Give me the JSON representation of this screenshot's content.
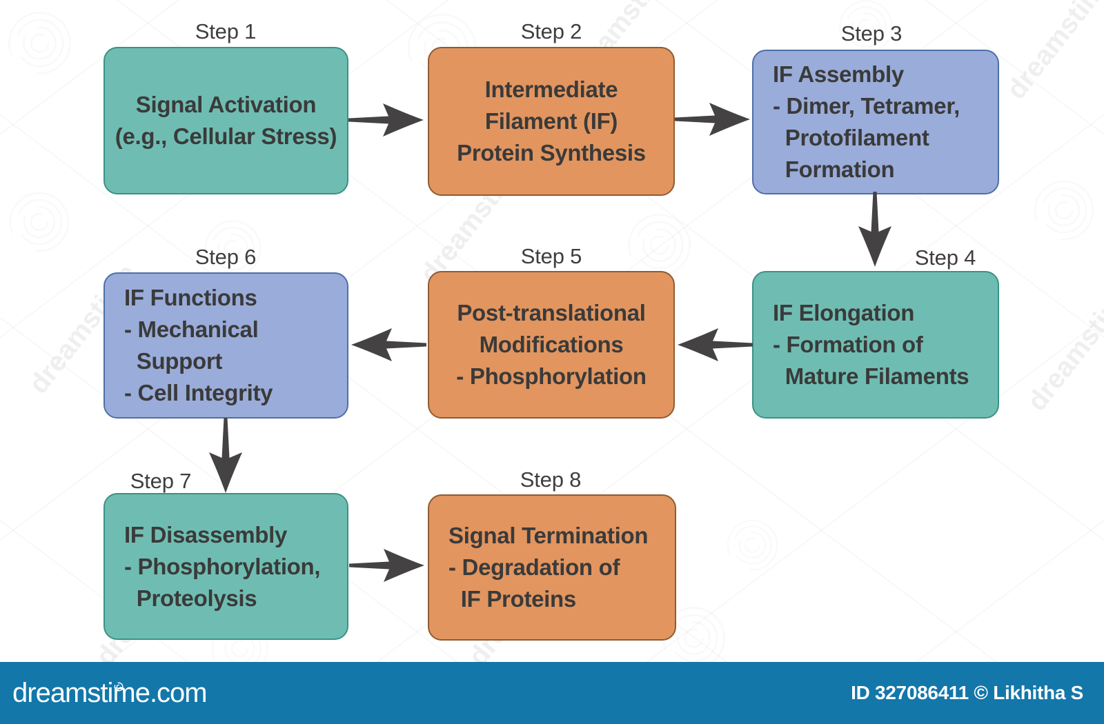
{
  "colors": {
    "teal": "#6FBDB2",
    "tealBorder": "#3A9186",
    "orange": "#E2955F",
    "orangeBorder": "#8E5B31",
    "blue": "#9AACD9",
    "blueBorder": "#4D6FA9",
    "arrow": "#454243",
    "text": "#3A3A3A",
    "footerBar": "#1377A9"
  },
  "steps": [
    {
      "label": "Step 1",
      "color": "teal",
      "align": "center",
      "lines": "Signal Activation\n(e.g., Cellular Stress)"
    },
    {
      "label": "Step 2",
      "color": "orange",
      "align": "center",
      "lines": "Intermediate\nFilament (IF)\nProtein Synthesis"
    },
    {
      "label": "Step 3",
      "color": "blue",
      "align": "left",
      "lines": "IF Assembly\n- Dimer, Tetramer,\n  Protofilament\n  Formation"
    },
    {
      "label": "Step 4",
      "color": "teal",
      "align": "left",
      "lines": "IF Elongation\n- Formation of\n  Mature Filaments"
    },
    {
      "label": "Step 5",
      "color": "orange",
      "align": "center",
      "lines": "Post-translational\nModifications\n- Phosphorylation"
    },
    {
      "label": "Step 6",
      "color": "blue",
      "align": "left",
      "lines": "IF Functions\n- Mechanical\n  Support\n- Cell Integrity"
    },
    {
      "label": "Step 7",
      "color": "teal",
      "align": "left",
      "lines": "IF Disassembly\n- Phosphorylation,\n  Proteolysis"
    },
    {
      "label": "Step 8",
      "color": "orange",
      "align": "left",
      "lines": "Signal Termination\n- Degradation of\n  IF Proteins"
    }
  ],
  "connections": [
    {
      "from": "Step 1",
      "to": "Step 2",
      "direction": "right"
    },
    {
      "from": "Step 2",
      "to": "Step 3",
      "direction": "right"
    },
    {
      "from": "Step 3",
      "to": "Step 4",
      "direction": "down"
    },
    {
      "from": "Step 4",
      "to": "Step 5",
      "direction": "left"
    },
    {
      "from": "Step 5",
      "to": "Step 6",
      "direction": "left"
    },
    {
      "from": "Step 6",
      "to": "Step 7",
      "direction": "down"
    },
    {
      "from": "Step 7",
      "to": "Step 8",
      "direction": "right"
    }
  ],
  "watermark": {
    "text": "dreamstime"
  },
  "footer": {
    "logo": "dreamstime.com",
    "credit": "ID 327086411 © Likhitha S"
  }
}
